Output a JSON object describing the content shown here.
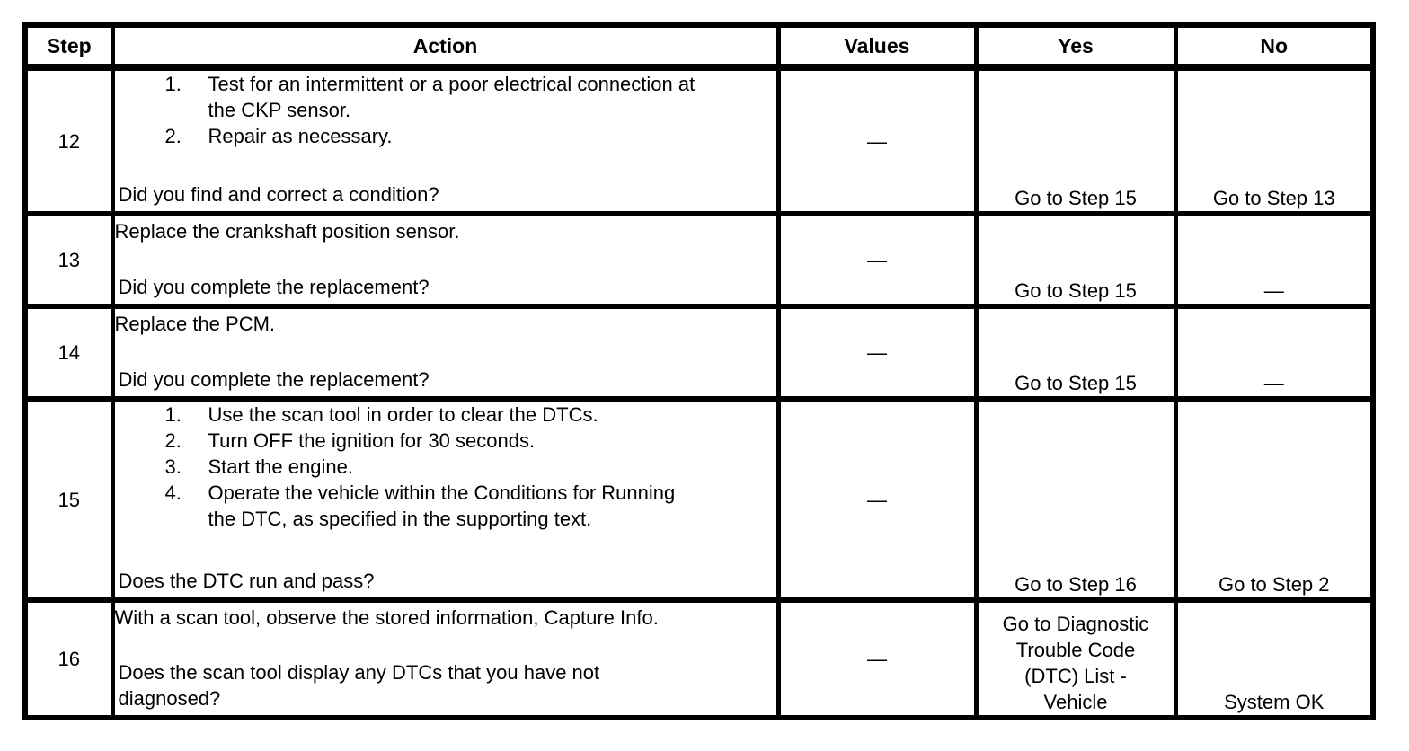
{
  "table": {
    "headers": {
      "step": "Step",
      "action": "Action",
      "values": "Values",
      "yes": "Yes",
      "no": "No"
    },
    "rows": [
      {
        "step": "12",
        "items": [
          {
            "num": "1.",
            "text": "Test for an intermittent or a poor electrical connection at\nthe CKP sensor."
          },
          {
            "num": "2.",
            "text": "Repair as necessary."
          }
        ],
        "question": "Did you find and correct a condition?",
        "values": "—",
        "yes": "Go to Step 15",
        "no": "Go to Step 13"
      },
      {
        "step": "13",
        "statement": "Replace the crankshaft position sensor.",
        "question": "Did you complete the replacement?",
        "values": "—",
        "yes": "Go to Step 15",
        "no": "—"
      },
      {
        "step": "14",
        "statement": "Replace the PCM.",
        "question": "Did you complete the replacement?",
        "values": "—",
        "yes": "Go to Step 15",
        "no": "—"
      },
      {
        "step": "15",
        "items": [
          {
            "num": "1.",
            "text": "Use the scan tool in order to clear the DTCs."
          },
          {
            "num": "2.",
            "text": "Turn OFF the ignition for 30 seconds."
          },
          {
            "num": "3.",
            "text": "Start the engine."
          },
          {
            "num": "4.",
            "text": "Operate the vehicle within the Conditions for Running\nthe DTC, as specified in the supporting text."
          }
        ],
        "question": "Does the DTC run and pass?",
        "values": "—",
        "yes": "Go to Step 16",
        "no": "Go to Step 2"
      },
      {
        "step": "16",
        "statement": "With a scan tool, observe the stored information, Capture Info.",
        "question": "Does the scan tool display any DTCs that you have not\ndiagnosed?",
        "values": "—",
        "yes": "Go to Diagnostic\nTrouble Code\n(DTC) List -\nVehicle",
        "no": "System OK"
      }
    ]
  }
}
